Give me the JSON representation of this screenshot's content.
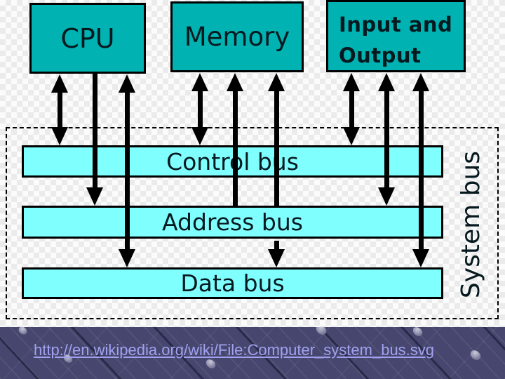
{
  "slide": {
    "background_color": "#46466e",
    "link_text": "http://en.wikipedia.org/wiki/File:Computer_system_bus.svg",
    "link_color": "#a1a1f0"
  },
  "diagram": {
    "boxes": [
      {
        "label": "CPU"
      },
      {
        "label": "Memory"
      },
      {
        "label": "Input and Output"
      }
    ],
    "buses": [
      {
        "label": "Control bus"
      },
      {
        "label": "Address bus"
      },
      {
        "label": "Data bus"
      }
    ],
    "side_label": "System bus",
    "colors": {
      "box_fill": "#00b2b2",
      "bus_fill": "#80ffff",
      "outline": "#000000"
    },
    "arrows": [
      {
        "between": [
          "CPU",
          "Control bus"
        ],
        "direction": "both"
      },
      {
        "between": [
          "CPU",
          "Address bus"
        ],
        "direction": "down"
      },
      {
        "between": [
          "CPU",
          "Data bus"
        ],
        "direction": "both"
      },
      {
        "between": [
          "Memory",
          "Control bus"
        ],
        "direction": "both"
      },
      {
        "between": [
          "Address bus",
          "Memory"
        ],
        "direction": "up"
      },
      {
        "between": [
          "Memory",
          "Data bus"
        ],
        "direction": "both"
      },
      {
        "between": [
          "Input and Output",
          "Control bus"
        ],
        "direction": "both"
      },
      {
        "between": [
          "Input and Output",
          "Address bus"
        ],
        "direction": "both"
      },
      {
        "between": [
          "Input and Output",
          "Data bus"
        ],
        "direction": "both"
      }
    ]
  }
}
